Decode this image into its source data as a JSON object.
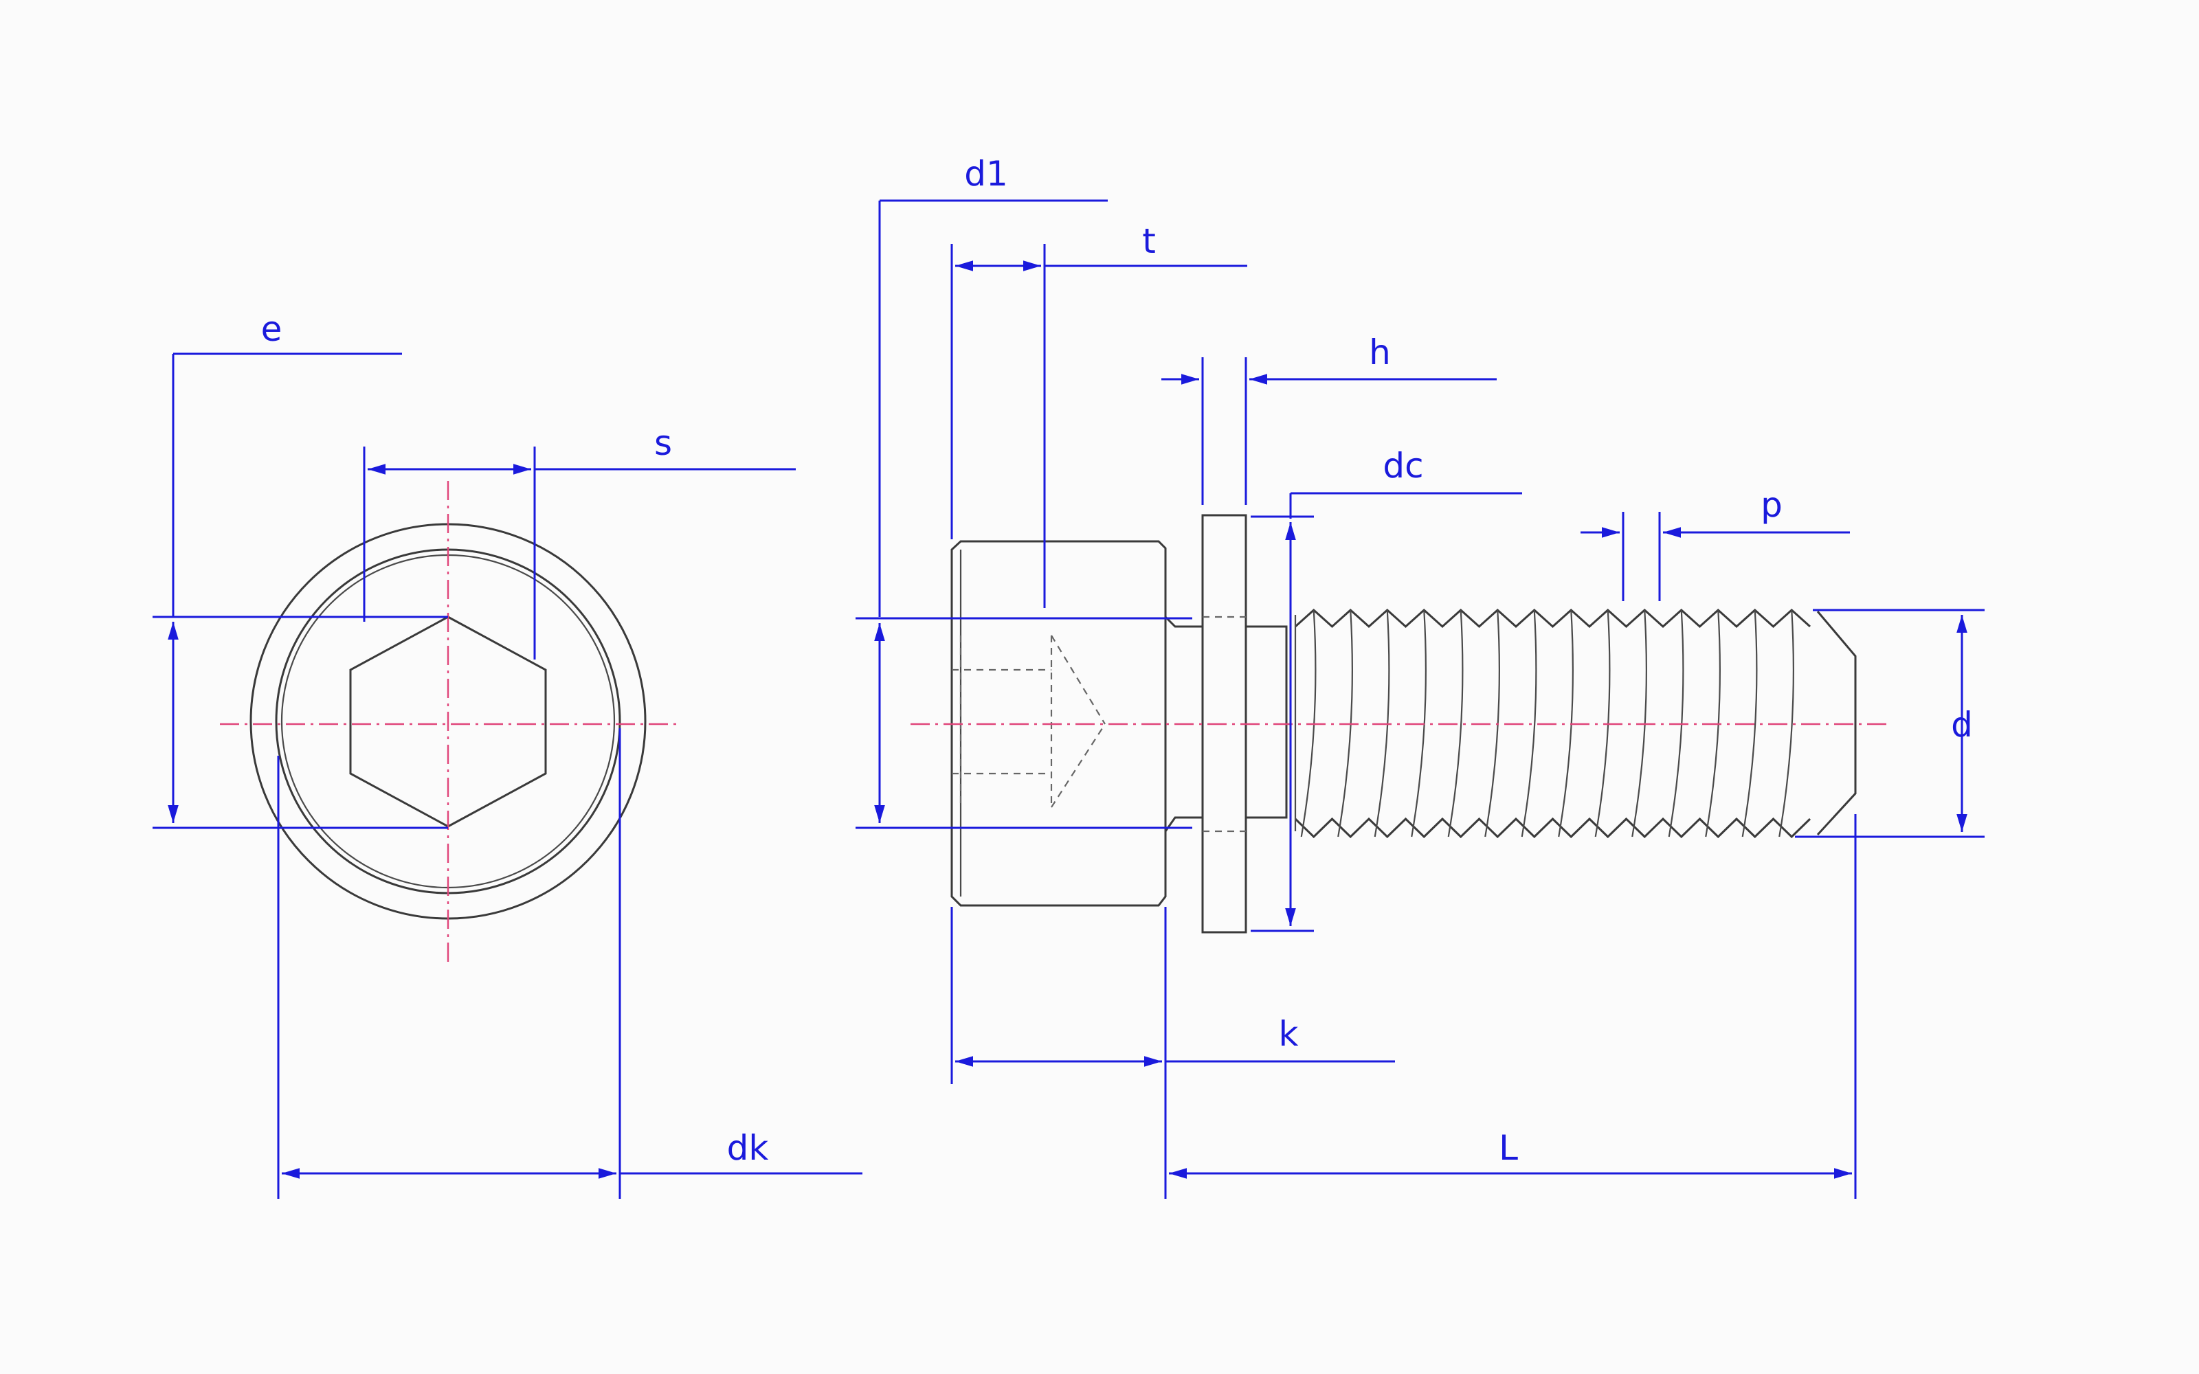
{
  "labels": {
    "e": "e",
    "s": "s",
    "dk": "dk",
    "d1": "d1",
    "t": "t",
    "h": "h",
    "dc": "dc",
    "p": "p",
    "d": "d",
    "k": "k",
    "L": "L"
  },
  "colors": {
    "dimension": "#1a1adc",
    "centerline": "#e0457a",
    "outline": "#3a3a3a",
    "background": "#fbfbfb"
  }
}
